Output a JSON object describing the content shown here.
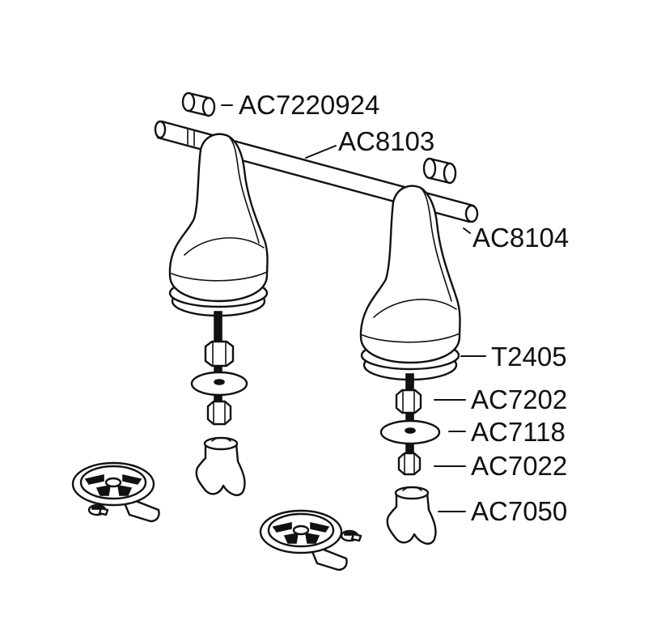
{
  "diagram": {
    "labels": {
      "sleeve": "AC7220924",
      "rod": "AC8103",
      "rod_end": "AC8104",
      "washer_ring": "T2405",
      "bushing": "AC7202",
      "flat_washer": "AC7118",
      "nut": "AC7022",
      "wing_nut": "AC7050"
    },
    "colors": {
      "line": "#111111",
      "background": "#ffffff"
    },
    "icons": [
      "hinge-post-icon",
      "rod-icon",
      "sleeve-icon",
      "bolt-icon",
      "washer-icon",
      "nut-icon",
      "wing-nut-icon",
      "anchor-plate-icon",
      "screw-icon"
    ]
  }
}
